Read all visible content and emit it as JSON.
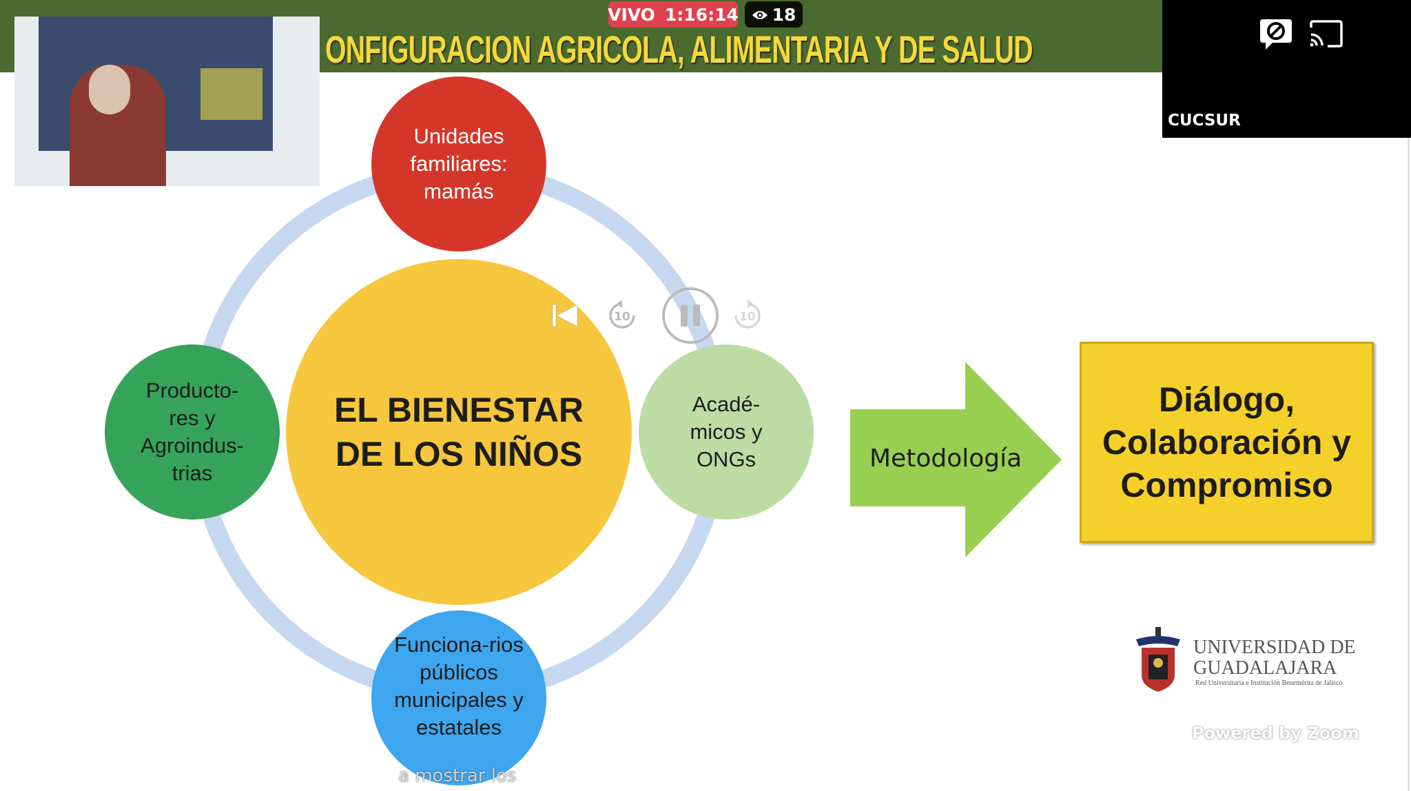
{
  "slide": {
    "title": "ONFIGURACION AGRICOLA, ALIMENTARIA Y DE SALUD",
    "center": "EL BIENESTAR DE LOS NIÑOS",
    "top": "Unidades familiares: mamás",
    "left": "Producto-res y Agroindus-trias",
    "right": "Acadé-micos y ONGs",
    "bottom": "Funciona-rios públicos municipales y estatales",
    "arrow_label": "Metodología",
    "box": "Diálogo, Colaboración y Compromiso",
    "logo_line1": "UNIVERSIDAD DE",
    "logo_line2": "GUADALAJARA",
    "logo_sub": "Red Universitaria e Institución Benemérita de Jalisco",
    "powered": "Powered by Zoom"
  },
  "stream": {
    "live_label": "VIVO",
    "elapsed": "1:16:14",
    "viewers": "18",
    "channel": "CUCSUR",
    "caption": "a mostrar los"
  },
  "colors": {
    "live": "#e0414f",
    "header": "#4b6a2f"
  }
}
